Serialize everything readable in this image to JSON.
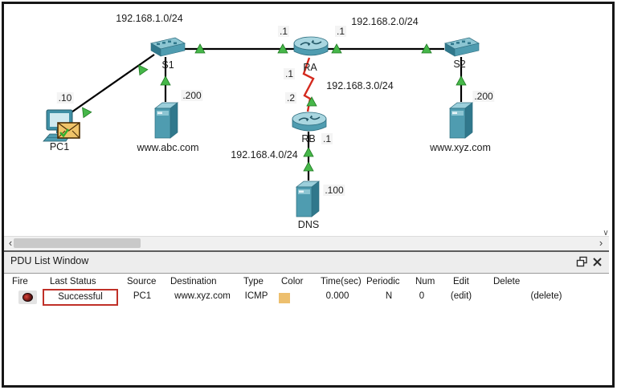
{
  "canvas": {
    "networks": {
      "net1": "192.168.1.0/24",
      "net2": "192.168.2.0/24",
      "net3": "192.168.3.0/24",
      "net4": "192.168.4.0/24"
    },
    "devices": {
      "pc1": "PC1",
      "s1": "S1",
      "s2": "S2",
      "ra": "RA",
      "rb": "RB",
      "server_abc": "www.abc.com",
      "server_xyz": "www.xyz.com",
      "dns": "DNS"
    },
    "ip_labels": {
      "pc1": ".10",
      "server_abc": ".200",
      "server_xyz": ".200",
      "dns": ".100",
      "ra_left": ".1",
      "ra_right": ".1",
      "ra_serial": ".1",
      "rb_serial": ".2",
      "rb_lan": ".1"
    }
  },
  "scrollbars": {
    "left_arrow": "‹",
    "right_arrow": "›",
    "down_arrow": "∨"
  },
  "pdu_window": {
    "title": "PDU List Window",
    "columns": [
      "Fire",
      "Last Status",
      "Source",
      "Destination",
      "Type",
      "Color",
      "Time(sec)",
      "Periodic",
      "Num",
      "Edit",
      "Delete"
    ],
    "row": {
      "last_status": "Successful",
      "source": "PC1",
      "destination": "www.xyz.com",
      "type": "ICMP",
      "time_sec": "0.000",
      "periodic": "N",
      "num": "0",
      "edit": "(edit)",
      "delete": "(delete)"
    }
  },
  "colors": {
    "pdu_color_swatch": "#edbf6e",
    "status_highlight_border": "#c03028",
    "ethernet_link": "#000000",
    "serial_link": "#d42a1e",
    "link_light_green": "#46b749",
    "device_fill": "#4f9cb0",
    "device_top": "#9ccfdb",
    "device_shadow": "#30788c"
  }
}
